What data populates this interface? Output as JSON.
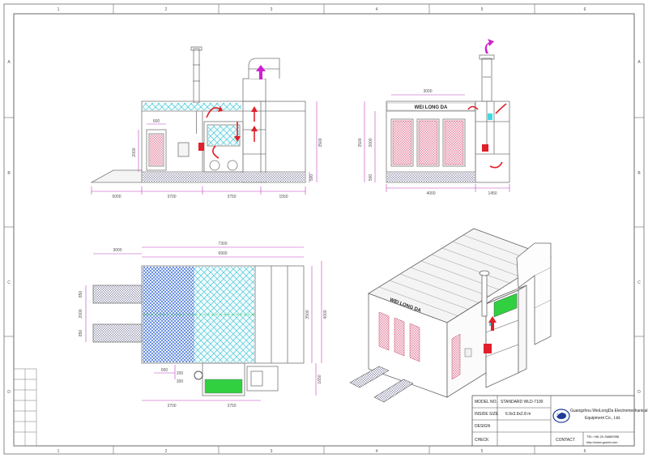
{
  "colors": {
    "line": "#7a7a7a",
    "dim": "#c040c0",
    "panel": "#e8b8c8",
    "arrow_red": "#e0202a",
    "arrow_mag": "#d020d0",
    "hatch_blue": "#3a6fd6",
    "hatch_cyan": "#48c8d8",
    "filter_green": "#30d040",
    "cyan_box": "#40d8e0"
  },
  "border": {
    "top_numbers": [
      "1",
      "2",
      "3",
      "4",
      "5",
      "6"
    ],
    "bottom_numbers": [
      "1",
      "2",
      "3",
      "4",
      "5",
      "6"
    ],
    "side_letters": [
      "A",
      "B",
      "C",
      "D"
    ]
  },
  "front_view": {
    "dims_bottom": [
      "5000",
      "3700",
      "3750",
      "1550"
    ],
    "dim_door_width": "600",
    "dim_door_height": "2000",
    "dim_total_height": "3500",
    "dim_base_height": "500"
  },
  "side_view": {
    "sign": "WEI LONG DA",
    "dim_top": "3000",
    "dims_bottom": [
      "4000",
      "1450"
    ],
    "dims_left": [
      "3500",
      "3000",
      "500"
    ]
  },
  "plan_view": {
    "dims_top": [
      "3000",
      "7300",
      "6900"
    ],
    "dims_left": [
      "850",
      "2000",
      "850"
    ],
    "dims_right": [
      "3500",
      "4000"
    ],
    "dims_bottom": [
      "3700",
      "3750"
    ],
    "dims_small": [
      "650",
      "200",
      "300"
    ],
    "dim_right_lower": "1650"
  },
  "iso_view": {
    "sign": "WEI LONG DA"
  },
  "title_block": {
    "model_label": "MODEL NO.",
    "model_value": "STANDARD WLD-7100",
    "size_label": "INSIDE SIZE",
    "size_value": "6.9x3.9x2.8 m",
    "design_label": "DESIGN",
    "check_label": "CHECK",
    "company_line1": "Guangzhou WeiLongDa Electromechanical",
    "company_line2": "Equipment Co., Ltd.",
    "contact_label": "CONTACT",
    "tel": "TEL:+86-20-36889958",
    "web": "http://www.gzwld.com"
  }
}
